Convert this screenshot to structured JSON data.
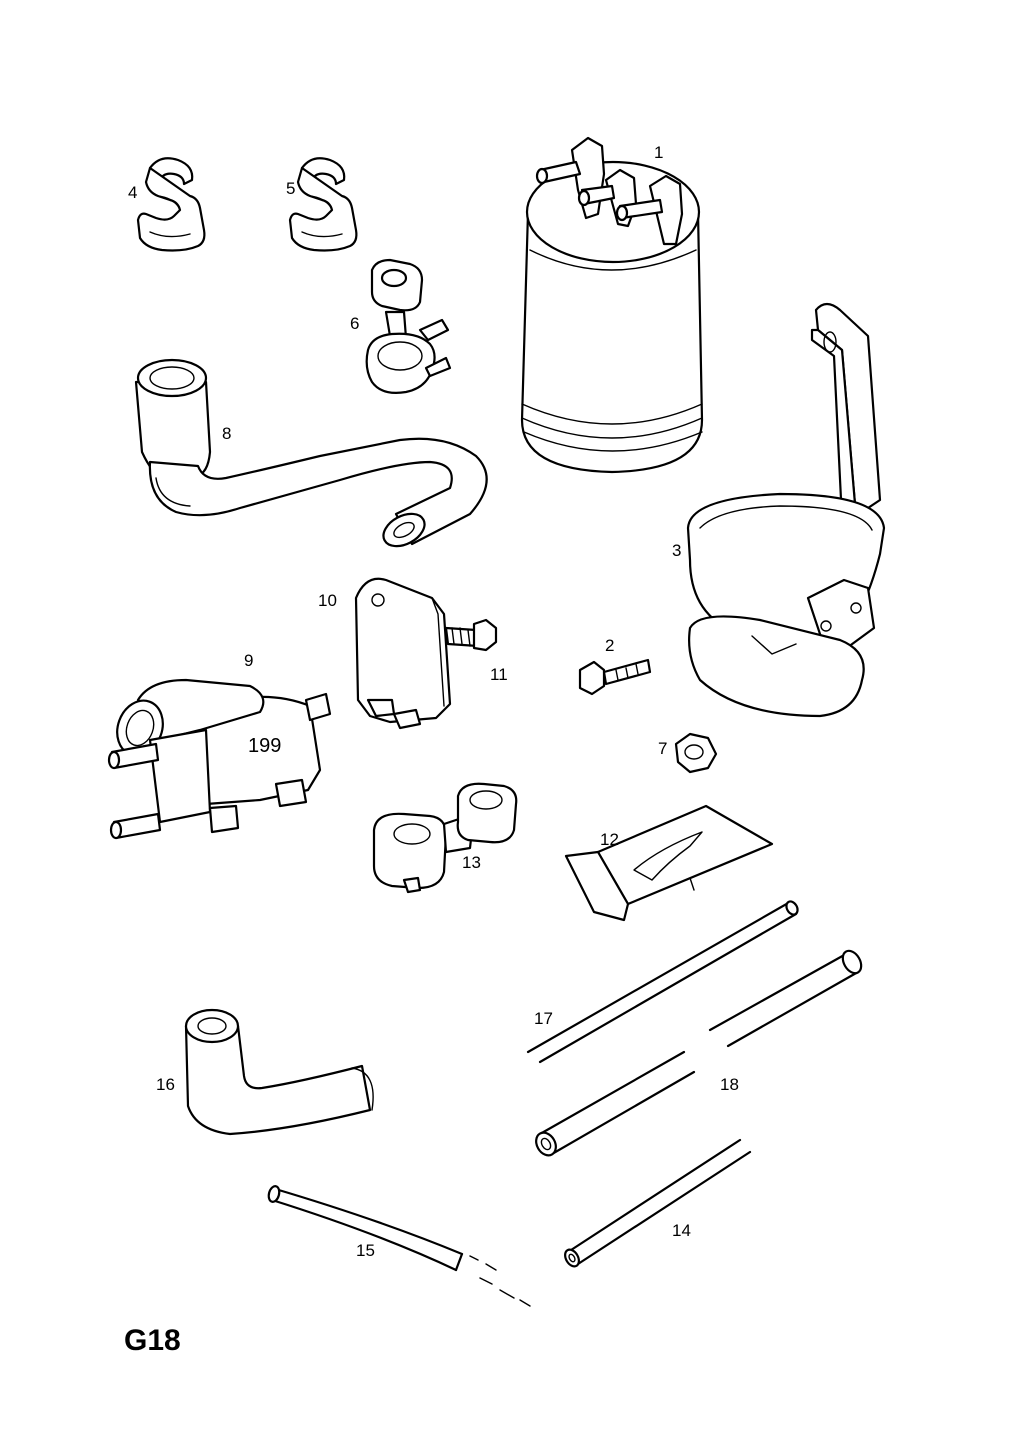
{
  "sheet_code": "G18",
  "part_stamp": "199",
  "callouts": {
    "p1": "1",
    "p2": "2",
    "p3": "3",
    "p4": "4",
    "p5": "5",
    "p6": "6",
    "p7": "7",
    "p8": "8",
    "p9": "9",
    "p10": "10",
    "p11": "11",
    "p12": "12",
    "p13": "13",
    "p14": "14",
    "p15": "15",
    "p16": "16",
    "p17": "17",
    "p18": "18"
  }
}
